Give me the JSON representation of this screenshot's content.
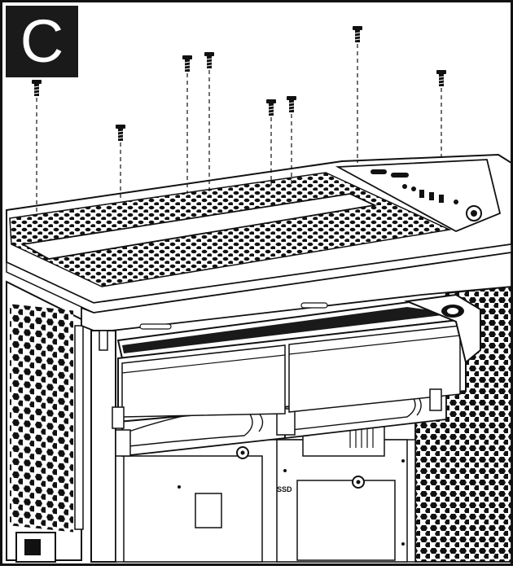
{
  "figure": {
    "step_letter": "C",
    "ssd_label": "SSD"
  },
  "colors": {
    "ink": "#111111",
    "panel_fill": "#ffffff",
    "radiator_fill": "#1a1a1a",
    "step_box_fill": "#1a1a1a"
  },
  "icons": {
    "screw": "screw-icon",
    "mesh": "hex-mesh-pattern"
  }
}
